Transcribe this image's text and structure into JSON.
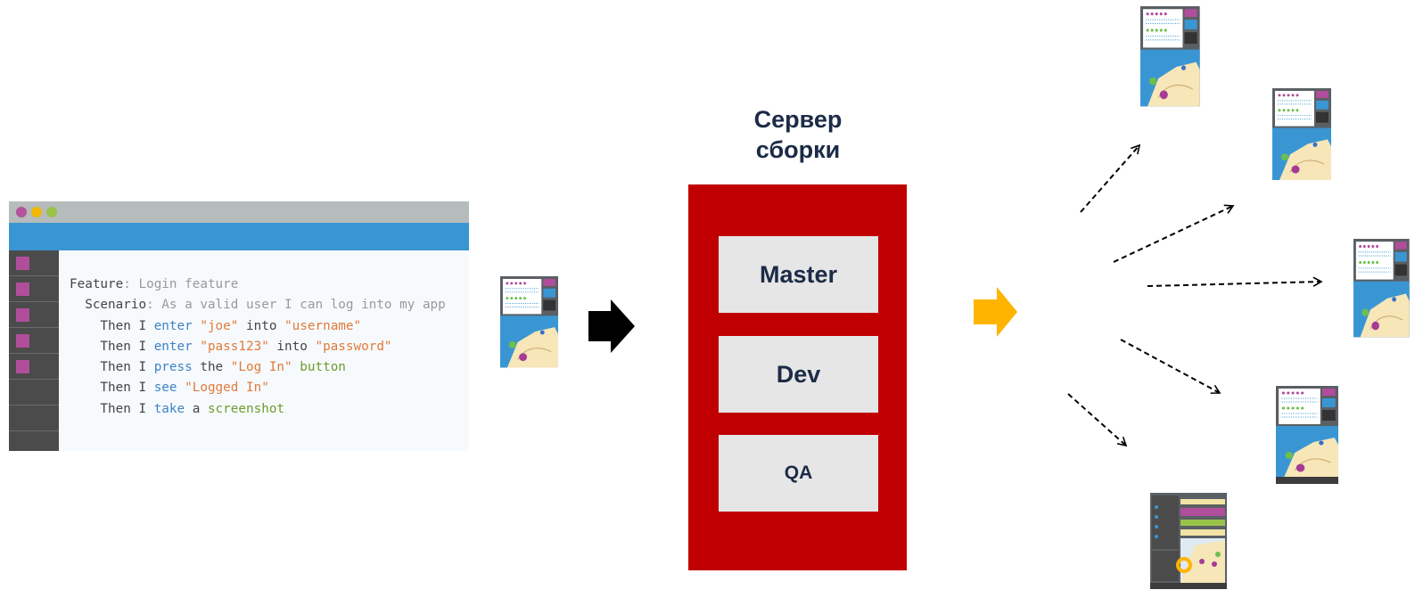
{
  "editor": {
    "code_lines": [
      {
        "segments": [
          {
            "t": "Feature",
            "c": "kw"
          },
          {
            "t": ": Login feature",
            "c": "dim"
          }
        ]
      },
      {
        "segments": [
          {
            "t": "  Scenario",
            "c": "kw"
          },
          {
            "t": ": As a valid user I can log into my app",
            "c": "dim"
          }
        ]
      },
      {
        "segments": [
          {
            "t": "    Then I ",
            "c": "kw"
          },
          {
            "t": "enter",
            "c": "act"
          },
          {
            "t": " ",
            "c": "kw"
          },
          {
            "t": "\"joe\"",
            "c": "str"
          },
          {
            "t": " into ",
            "c": "kw"
          },
          {
            "t": "\"username\"",
            "c": "str"
          }
        ]
      },
      {
        "segments": [
          {
            "t": "    Then I ",
            "c": "kw"
          },
          {
            "t": "enter",
            "c": "act"
          },
          {
            "t": " ",
            "c": "kw"
          },
          {
            "t": "\"pass123\"",
            "c": "str"
          },
          {
            "t": " into ",
            "c": "kw"
          },
          {
            "t": "\"password\"",
            "c": "str"
          }
        ]
      },
      {
        "segments": [
          {
            "t": "    Then I ",
            "c": "kw"
          },
          {
            "t": "press",
            "c": "act"
          },
          {
            "t": " the ",
            "c": "kw"
          },
          {
            "t": "\"Log In\"",
            "c": "str"
          },
          {
            "t": " ",
            "c": "kw"
          },
          {
            "t": "button",
            "c": "grn"
          }
        ]
      },
      {
        "segments": [
          {
            "t": "    Then I ",
            "c": "kw"
          },
          {
            "t": "see",
            "c": "act"
          },
          {
            "t": " ",
            "c": "kw"
          },
          {
            "t": "\"Logged In\"",
            "c": "str"
          }
        ]
      },
      {
        "segments": [
          {
            "t": "    Then I ",
            "c": "kw"
          },
          {
            "t": "take",
            "c": "act"
          },
          {
            "t": " a ",
            "c": "kw"
          },
          {
            "t": "screenshot",
            "c": "grn"
          }
        ]
      }
    ],
    "sidebar_squares": 5
  },
  "server": {
    "title_line1": "Сервер",
    "title_line2": "сборки",
    "branches": [
      "Master",
      "Dev",
      "QA"
    ]
  },
  "icons": {
    "window_controls": [
      "close-dot-icon",
      "minimize-dot-icon",
      "maximize-dot-icon"
    ],
    "app_preview": "tablet-map-app-icon",
    "arrow_to_server": "black-arrow-icon",
    "arrow_from_server": "orange-arrow-icon",
    "distribution_arrows": "dashed-arrow-icon"
  },
  "colors": {
    "server_red": "#c00000",
    "titlebar_gray": "#b6bbbb",
    "editor_blue": "#3a96d3",
    "sidebar_dark": "#4b4b4b",
    "accent_orange": "#ffb400",
    "label_navy": "#1c2b47"
  }
}
